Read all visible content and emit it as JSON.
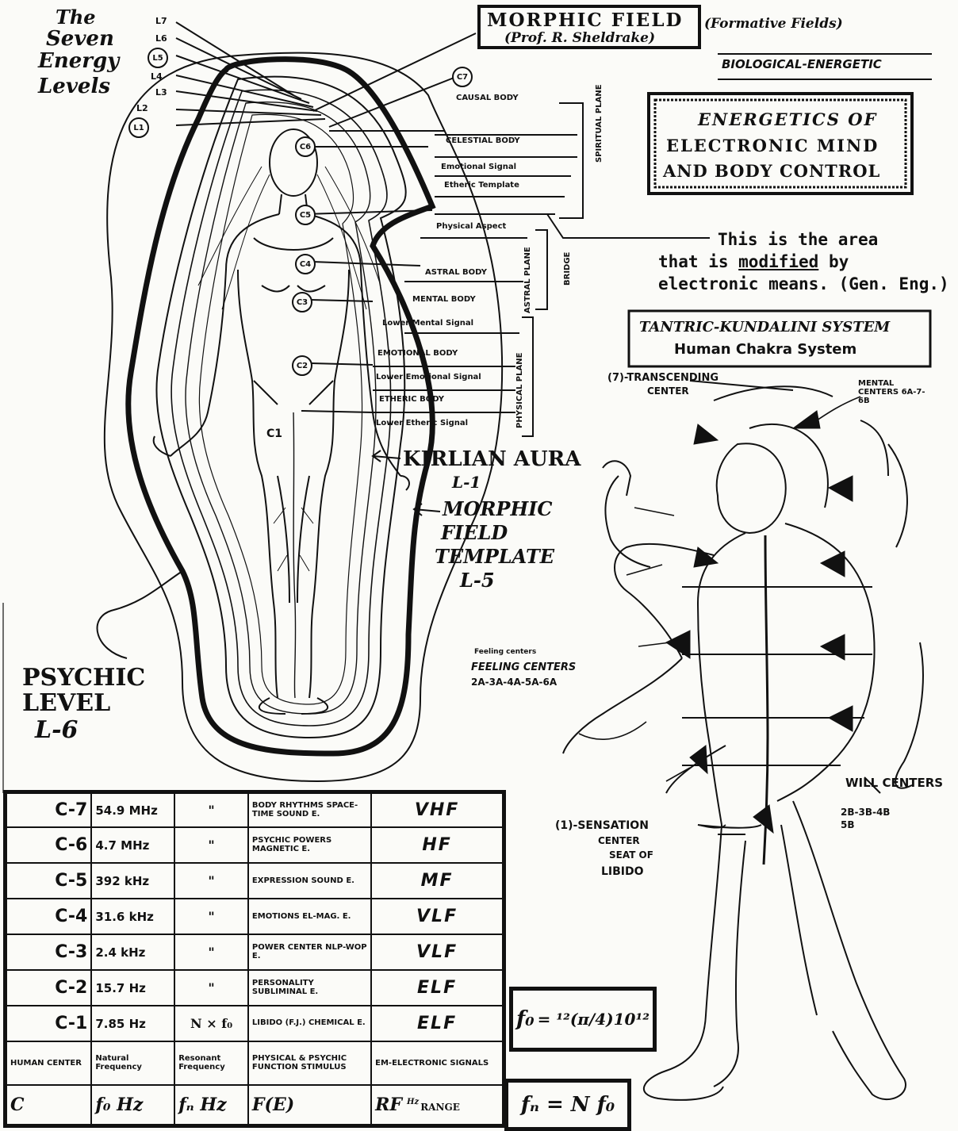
{
  "title": {
    "main": "MORPHIC FIELD",
    "formative": "(Formative Fields)",
    "author": "(Prof. R. Sheldrake)",
    "bio": "BIOLOGICAL-ENERGETIC"
  },
  "energetics_box": {
    "line1": "ENERGETICS OF",
    "line2": "ELECTRONIC MIND",
    "line3": "AND BODY CONTROL"
  },
  "seven_levels_label": {
    "line1": "The",
    "line2": "Seven",
    "line3": "Energy",
    "line4": "Levels"
  },
  "level_numbers": [
    "L7",
    "L6",
    "L5",
    "L4",
    "L3",
    "L2",
    "L1"
  ],
  "chakra_markers": [
    "C7",
    "C6",
    "C5",
    "C4",
    "C3",
    "C2",
    "C1"
  ],
  "body_labels": {
    "causal": "CAUSAL BODY",
    "celestial": "CELESTIAL BODY",
    "emotional_signal": "Emotional Signal",
    "etheric_template": "Etheric Template",
    "physical_aspect": "Physical Aspect",
    "astral": "ASTRAL BODY",
    "mental": "MENTAL BODY",
    "mental_signal": "Lower Mental Signal",
    "emotional": "EMOTIONAL BODY",
    "emotional_low": "Lower Emotional Signal",
    "etheric": "ETHERIC BODY",
    "etheric_signal": "Lower Etheric Signal"
  },
  "plane_labels": {
    "spiritual": "SPIRITUAL PLANE",
    "astral": "ASTRAL PLANE",
    "bridge": "BRIDGE",
    "physical": "PHYSICAL PLANE"
  },
  "area_note": {
    "line1": "This is the area",
    "line2a": "that is ",
    "line2b": "modified",
    "line2c": " by",
    "line3": "electronic means. (Gen. Eng.)"
  },
  "kirlian": {
    "label": "KIRLIAN AURA",
    "level": "L-1"
  },
  "c1_label": "C1",
  "morphic_template": {
    "line1": "MORPHIC",
    "line2": "FIELD",
    "line3": "TEMPLATE",
    "line4": "L-5"
  },
  "psychic": {
    "line1": "PSYCHIC",
    "line2": "LEVEL",
    "line3": "L-6"
  },
  "tantric": {
    "line1": "TANTRIC-KUNDALINI SYSTEM",
    "line2": "Human Chakra System"
  },
  "right_figure": {
    "transcending": "(7)-TRANSCENDING",
    "transcending2": "CENTER",
    "mental_centers": "MENTAL CENTERS 6A-7-6B",
    "feeling_centers": "Feeling centers",
    "feeling_centers2": "FEELING CENTERS",
    "feeling_codes": "2A-3A-4A-5A-6A",
    "will_centers": "WILL CENTERS",
    "will_codes": "2B-3B-4B",
    "will_codes2": "5B",
    "sensation1": "(1)-SENSATION",
    "sensation2": "CENTER",
    "sensation3": "SEAT OF",
    "sensation4": "LIBIDO"
  },
  "table": {
    "rows": [
      {
        "center": "C-7",
        "freq": "54.9 MHz",
        "mult": "\"",
        "energy": "BODY RHYTHMS SPACE-TIME SOUND E.",
        "band": "VHF"
      },
      {
        "center": "C-6",
        "freq": "4.7 MHz",
        "mult": "\"",
        "energy": "PSYCHIC POWERS MAGNETIC E.",
        "band": "HF"
      },
      {
        "center": "C-5",
        "freq": "392 kHz",
        "mult": "\"",
        "energy": "EXPRESSION SOUND E.",
        "band": "MF"
      },
      {
        "center": "C-4",
        "freq": "31.6 kHz",
        "mult": "\"",
        "energy": "EMOTIONS EL-MAG. E.",
        "band": "VLF"
      },
      {
        "center": "C-3",
        "freq": "2.4 kHz",
        "mult": "\"",
        "energy": "POWER CENTER NLP-WOP E.",
        "band": "VLF"
      },
      {
        "center": "C-2",
        "freq": "15.7 Hz",
        "mult": "\"",
        "energy": "PERSONALITY SUBLIMINAL E.",
        "band": "ELF"
      },
      {
        "center": "C-1",
        "freq": "7.85 Hz",
        "mult": "N × f₀",
        "energy": "LIBIDO (F.J.) CHEMICAL E.",
        "band": "ELF"
      }
    ],
    "header": {
      "center": "HUMAN CENTER",
      "natural": "Natural Frequency",
      "resonant": "Resonant Frequency",
      "stimulus": "PHYSICAL & PSYCHIC FUNCTION STIMULUS",
      "signals": "EM-ELECTRONIC SIGNALS"
    },
    "symbols": {
      "center": "C",
      "fo": "f₀ Hz",
      "fn": "fₙ Hz",
      "fe": "F(E)",
      "rf": "RF",
      "range_unit": "Hz",
      "range": "RANGE"
    }
  },
  "formulas": {
    "f1_lhs": "f₀",
    "f1_rhs": "= ¹²(π/4)10¹²",
    "f2": "fₙ = N f₀"
  }
}
